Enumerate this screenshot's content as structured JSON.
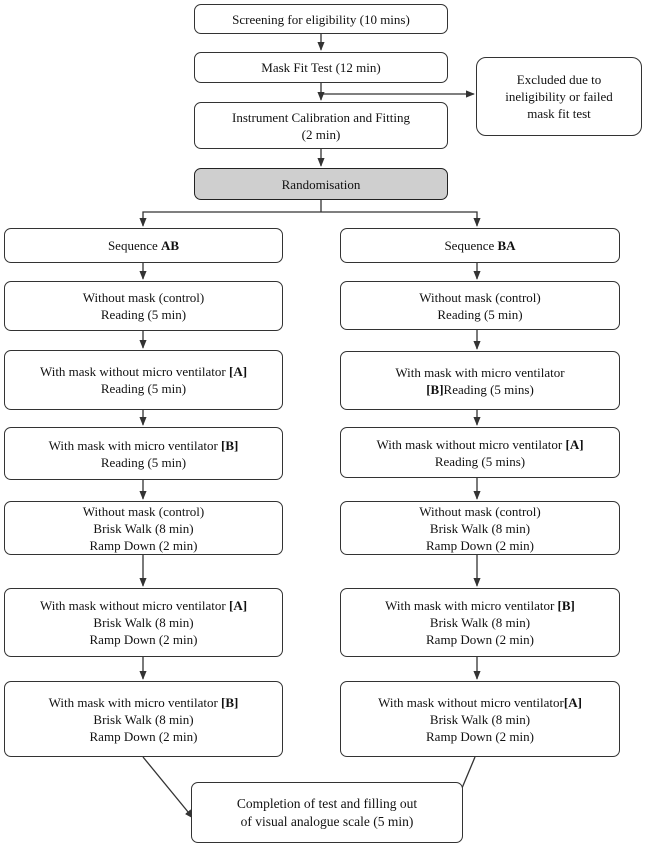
{
  "nodes": {
    "screening": {
      "lines": [
        "Screening for eligibility (10 mins)"
      ]
    },
    "mask_fit": {
      "lines": [
        "Mask Fit Test (12 min)"
      ]
    },
    "excluded": {
      "lines": [
        "Excluded due to",
        "ineligibility or failed",
        "mask fit test"
      ]
    },
    "calibration": {
      "lines": [
        "Instrument Calibration and Fitting",
        "(2 min)"
      ]
    },
    "randomisation": {
      "lines": [
        "Randomisation"
      ]
    },
    "seq_ab": {
      "prefix": "Sequence ",
      "bold": "AB"
    },
    "seq_ba": {
      "prefix": "Sequence ",
      "bold": "BA"
    },
    "ab1": {
      "lines": [
        "Without mask (control)",
        "Reading (5 min)"
      ]
    },
    "ab2": {
      "line1_text": "With mask without micro ventilator ",
      "line1_bold": "[A]",
      "line2": "Reading (5 min)"
    },
    "ab3": {
      "line1_text": "With mask with micro ventilator ",
      "line1_bold": "[B]",
      "line2": "Reading (5 min)"
    },
    "ab4": {
      "lines": [
        "Without mask (control)",
        "Brisk Walk (8 min)",
        "Ramp Down (2 min)"
      ]
    },
    "ab5": {
      "line1_text": "With mask without micro ventilator ",
      "line1_bold": "[A]",
      "line2": "Brisk Walk (8 min)",
      "line3": "Ramp Down (2 min)"
    },
    "ab6": {
      "line1_text": "With mask with micro ventilator ",
      "line1_bold": "[B]",
      "line2": "Brisk Walk (8 min)",
      "line3": "Ramp Down (2 min)"
    },
    "ba1": {
      "lines": [
        "Without mask (control)",
        "Reading (5 min)"
      ]
    },
    "ba2": {
      "line1": "With mask with micro ventilator",
      "line2_bold": "[B]",
      "line2_text": "Reading (5 mins)"
    },
    "ba3": {
      "line1_text": "With mask without micro ventilator ",
      "line1_bold": "[A]",
      "line2": "Reading (5 mins)"
    },
    "ba4": {
      "lines": [
        "Without mask (control)",
        "Brisk Walk (8 min)",
        "Ramp Down (2 min)"
      ]
    },
    "ba5": {
      "line1_text": "With mask with micro ventilator ",
      "line1_bold": "[B]",
      "line2": "Brisk Walk (8 min)",
      "line3": "Ramp Down (2 min)"
    },
    "ba6": {
      "line1_text": "With mask without micro ventilator",
      "line1_bold": "[A]",
      "line2": "Brisk Walk (8 min)",
      "line3": "Ramp Down (2 min)"
    },
    "completion": {
      "lines": [
        "Completion of test and filling out",
        "of visual analogue scale (5 min)"
      ]
    }
  },
  "edges": [
    {
      "from": "screening",
      "to": "mask_fit"
    },
    {
      "from": "mask_fit",
      "to": "calibration"
    },
    {
      "from": "mask_fit",
      "to": "excluded"
    },
    {
      "from": "calibration",
      "to": "randomisation"
    },
    {
      "from": "randomisation",
      "to": "seq_ab"
    },
    {
      "from": "randomisation",
      "to": "seq_ba"
    },
    {
      "from": "seq_ab",
      "to": "ab1"
    },
    {
      "from": "ab1",
      "to": "ab2"
    },
    {
      "from": "ab2",
      "to": "ab3"
    },
    {
      "from": "ab3",
      "to": "ab4"
    },
    {
      "from": "ab4",
      "to": "ab5"
    },
    {
      "from": "ab5",
      "to": "ab6"
    },
    {
      "from": "ab6",
      "to": "completion"
    },
    {
      "from": "seq_ba",
      "to": "ba1"
    },
    {
      "from": "ba1",
      "to": "ba2"
    },
    {
      "from": "ba2",
      "to": "ba3"
    },
    {
      "from": "ba3",
      "to": "ba4"
    },
    {
      "from": "ba4",
      "to": "ba5"
    },
    {
      "from": "ba5",
      "to": "ba6"
    },
    {
      "from": "ba6",
      "to": "completion"
    }
  ],
  "colors": {
    "line": "#333333",
    "randomisation_fill": "#cfcfcf"
  }
}
